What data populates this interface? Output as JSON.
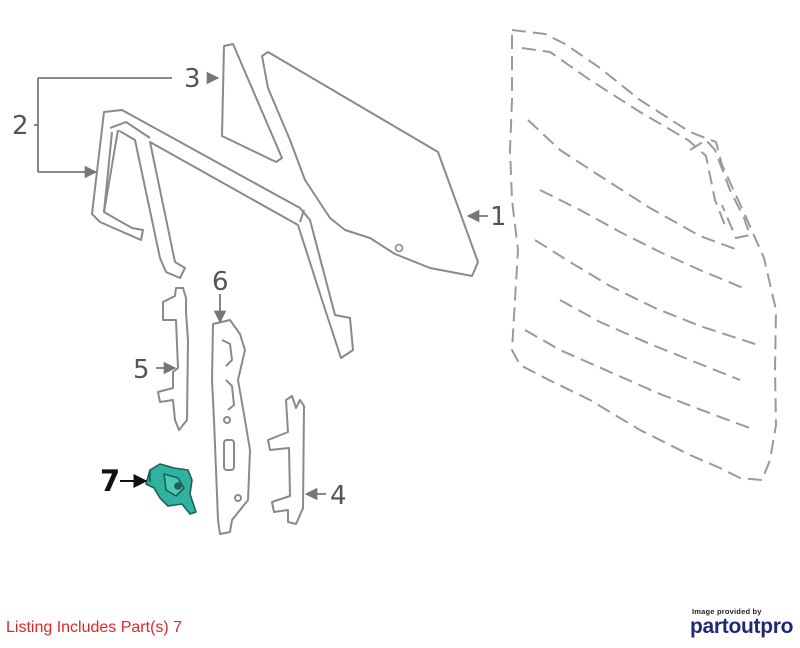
{
  "diagram": {
    "callouts": [
      "1",
      "2",
      "3",
      "4",
      "5",
      "6",
      "7"
    ],
    "highlighted_part": "7"
  },
  "footer": {
    "listing_note": "Listing Includes Part(s) 7",
    "credit_small": "Image provided by",
    "credit_logo": "partoutpro"
  },
  "colors": {
    "highlight_fill": "#2fb3a0",
    "line": "#8a8a8a",
    "note": "#e0262a",
    "logo": "#1d2a78"
  }
}
